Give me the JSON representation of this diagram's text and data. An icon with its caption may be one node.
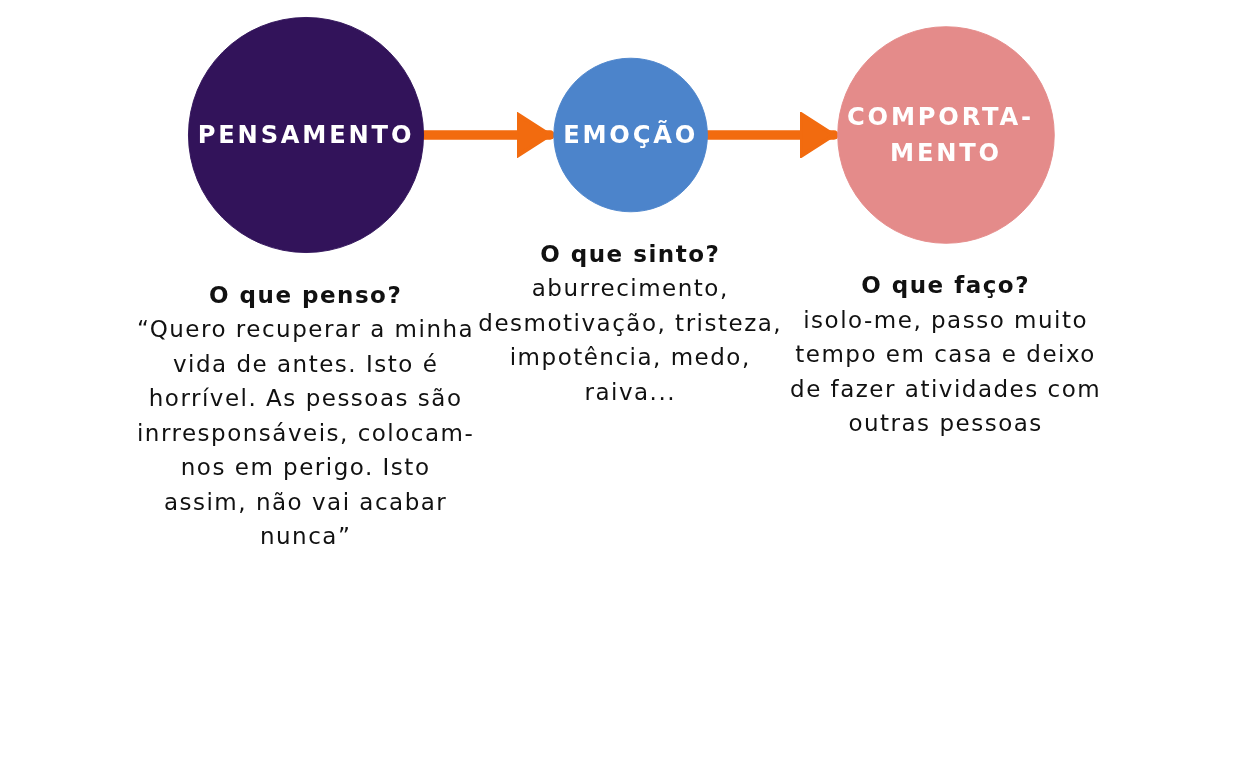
{
  "diagram": {
    "nodes": [
      {
        "text": [
          "PENSAMENTO"
        ],
        "beside": [
          "O que penso?",
          "“Quero recuperar a minha vida de antes. Isto é horrível. As pessoas são inrresponsáveis, colocam-nos em perigo. Isto assim, não vai acabar nunca”"
        ]
      },
      {
        "text": [
          "EMOÇÃO"
        ],
        "beside": [
          "O que sinto?",
          "aburrecimento, desmotivação, tristeza, impotência, medo, raiva..."
        ]
      },
      {
        "text": [
          "COMPORTA- MENTO"
        ],
        "beside": [
          "O que faço?",
          "isolo-me, passo muito tempo em casa e deixo de fazer atividades com outras pessoas"
        ]
      }
    ],
    "edges": [
      {
        "from": 0,
        "to": 1,
        "arrow": "to",
        "color": "#f26b0f"
      },
      {
        "from": 1,
        "to": 2,
        "arrow": "to",
        "color": "#f26b0f"
      }
    ]
  }
}
